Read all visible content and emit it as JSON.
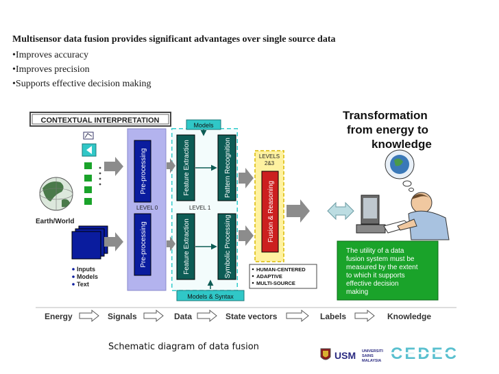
{
  "heading": "Multisensor data fusion provides significant advantages over single source data",
  "bullets": [
    "Improves accuracy",
    "Improves  precision",
    "Supports  effective decision making"
  ],
  "diagram": {
    "contextual_label": "CONTEXTUAL INTERPRETATION",
    "earth_world_label": "Earth/World",
    "inputs_list": [
      "Inputs",
      "Models",
      "Text"
    ],
    "preprocessing_label": "Pre-processing",
    "level0_label": "LEVEL 0",
    "level1_label": "LEVEL 1",
    "models_label": "Models",
    "models_syntax_label": "Models & Syntax",
    "feature_extraction_label": "Feature Extraction",
    "pattern_recognition_label": "Pattern Recognition",
    "symbolic_processing_label": "Symbolic Processing",
    "levels_label_line1": "LEVELS",
    "levels_label_line2": "2&3",
    "fusion_reasoning_label": "Fusion & Reasoning",
    "properties_list": [
      "HUMAN-CENTERED",
      "ADAPTIVE",
      "MULTI-SOURCE"
    ],
    "transformation_title_lines": [
      "Transformation",
      "from energy to",
      "knowledge"
    ],
    "utility_text_lines": [
      "The utility of a data",
      "fusion system must be",
      "measured by the extent",
      "to which it supports",
      "effective decision",
      "making"
    ],
    "flow_labels": [
      "Energy",
      "Signals",
      "Data",
      "State vectors",
      "Labels",
      "Knowledge"
    ],
    "colors": {
      "dark_teal": "#0d5c55",
      "cyan_dashed": "#33cccc",
      "lavender": "#b3b3ee",
      "yellow": "#fff2a0",
      "red": "#cc1f1f",
      "green_box": "#1aa32a",
      "gray_arrow": "#8c8c8c",
      "blue_square": "#0a1c9e"
    }
  },
  "caption": "Schematic diagram of data fusion",
  "logos": {
    "usm_text": "USM",
    "usm_small_lines": [
      "UNIVERSITI",
      "SAINS",
      "MALAYSIA"
    ],
    "cedec_text": "CEDEC"
  }
}
